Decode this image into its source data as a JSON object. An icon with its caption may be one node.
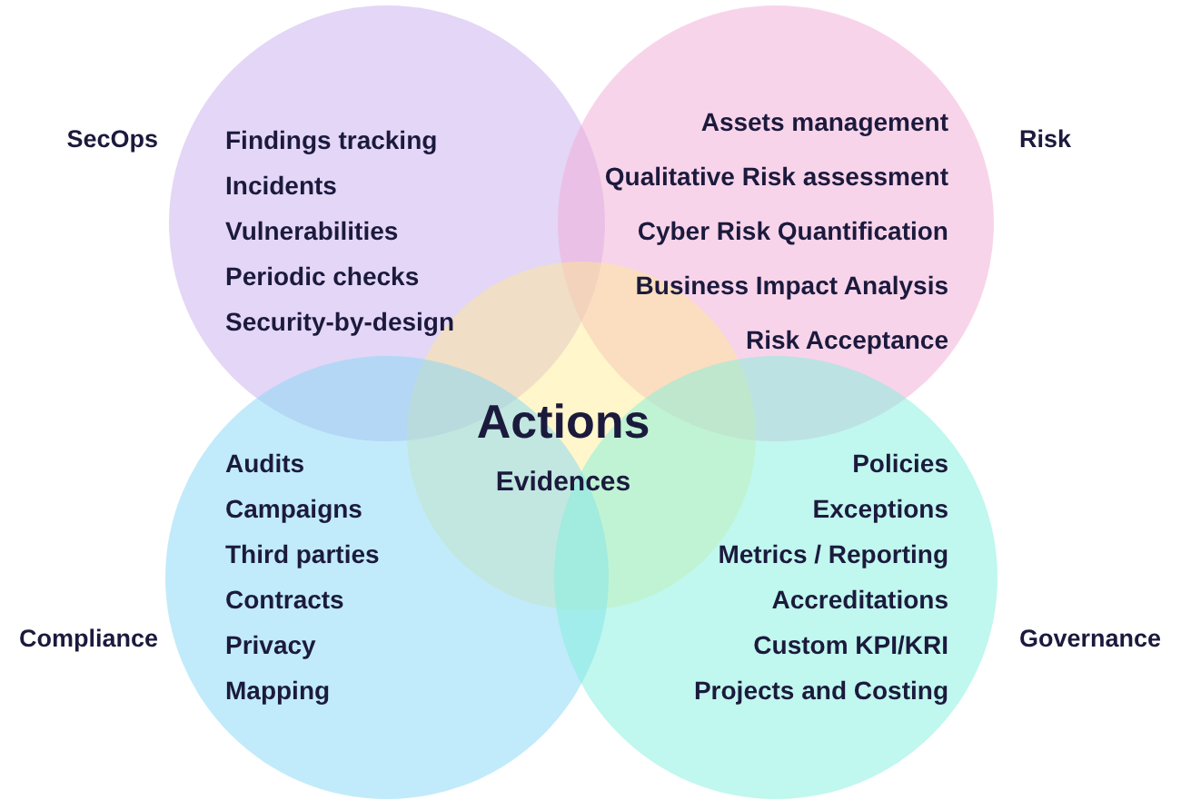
{
  "diagram": {
    "nodes": [
      {
        "text": [
          "SecOps",
          "Findings tracking",
          "Incidents",
          "Vulnerabilities",
          "Periodic checks",
          "Security-by-design"
        ]
      },
      {
        "text": [
          "Risk",
          "Assets management",
          "Qualitative Risk assessment",
          "Cyber Risk Quantification",
          "Business Impact Analysis",
          "Risk Acceptance"
        ]
      },
      {
        "text": [
          "Actions",
          "Evidences"
        ]
      },
      {
        "text": [
          "Compliance",
          "Audits",
          "Campaigns",
          "Third parties",
          "Contracts",
          "Privacy",
          "Mapping"
        ]
      },
      {
        "text": [
          "Governance",
          "Policies",
          "Exceptions",
          "Metrics / Reporting",
          "Accreditations",
          "Custom KPI/KRI",
          "Projects and Costing"
        ]
      }
    ]
  }
}
